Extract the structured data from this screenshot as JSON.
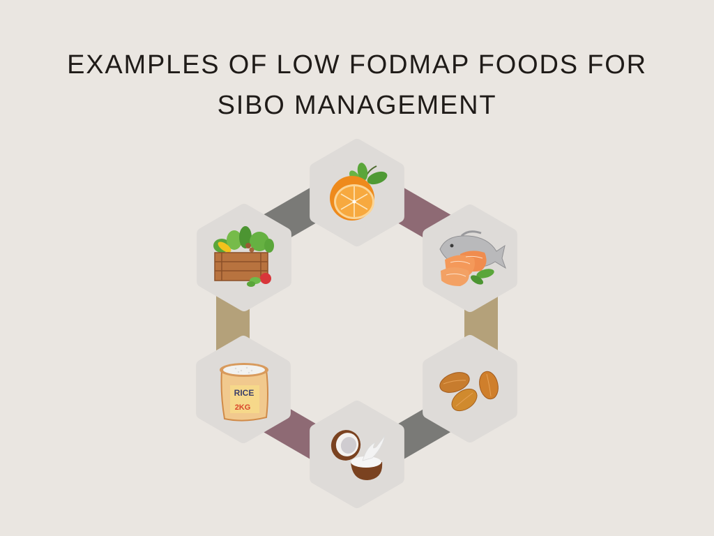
{
  "title": {
    "line1": "EXAMPLES OF LOW FODMAP FOODS FOR",
    "line2": "SIBO MANAGEMENT"
  },
  "colors": {
    "background": "#eae6e1",
    "hexagon": "#dedbd8",
    "title": "#1f1b18",
    "connector_gray": "#7a7a77",
    "connector_mauve": "#8e6a74",
    "connector_tan": "#b4a17a"
  },
  "foods": [
    {
      "position": "top",
      "name": "Orange",
      "icon": "orange-icon"
    },
    {
      "position": "upper-right",
      "name": "Salmon",
      "icon": "salmon-fish-icon"
    },
    {
      "position": "lower-right",
      "name": "Almonds",
      "icon": "almonds-icon"
    },
    {
      "position": "bottom",
      "name": "Coconut",
      "icon": "coconut-icon"
    },
    {
      "position": "lower-left",
      "name": "Rice",
      "icon": "rice-bag-icon",
      "bag_label": "RICE",
      "bag_weight": "2KG"
    },
    {
      "position": "upper-left",
      "name": "Vegetables",
      "icon": "vegetable-basket-icon"
    }
  ]
}
